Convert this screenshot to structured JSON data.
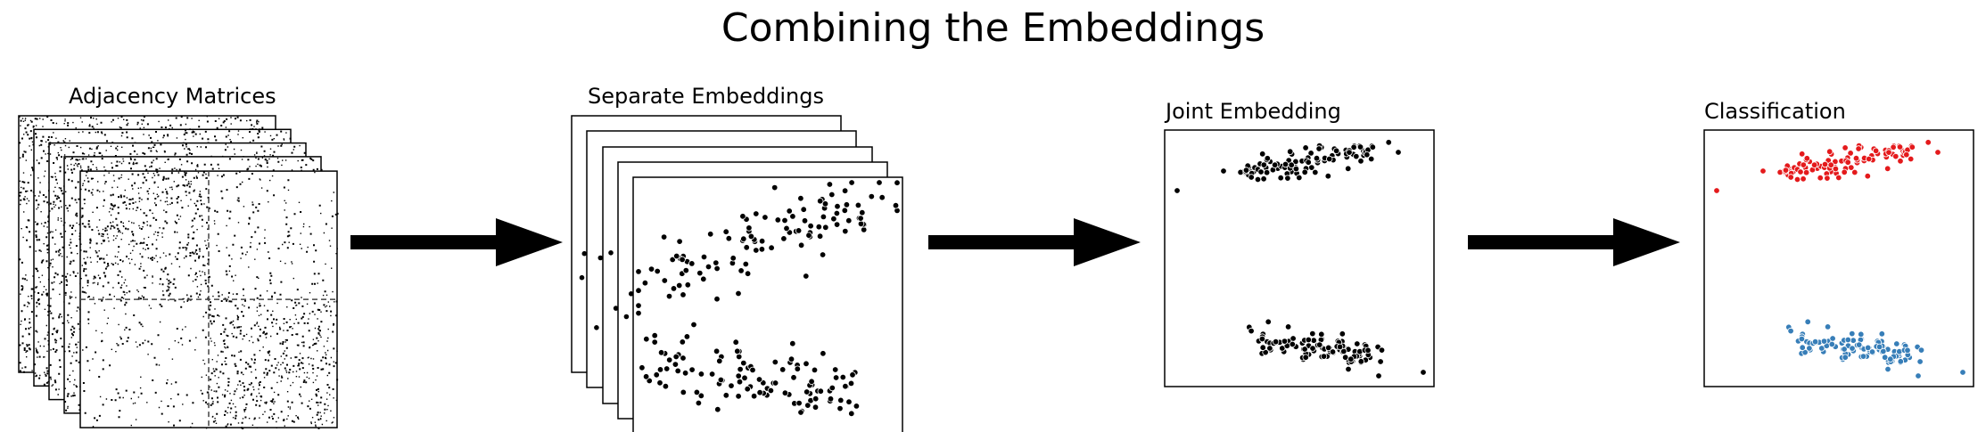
{
  "title": "Combining the Embeddings",
  "panels": {
    "adjacency": {
      "label": "Adjacency Matrices"
    },
    "separate": {
      "label": "Separate Embeddings"
    },
    "joint": {
      "label": "Joint Embedding"
    },
    "classification": {
      "label": "Classification"
    }
  },
  "colors": {
    "points": "#000000",
    "class_1": "#e41a1c",
    "class_2": "#377eb8",
    "arrow": "#000000",
    "frame": "#000000"
  },
  "icons": [
    "right-arrow-icon"
  ]
}
